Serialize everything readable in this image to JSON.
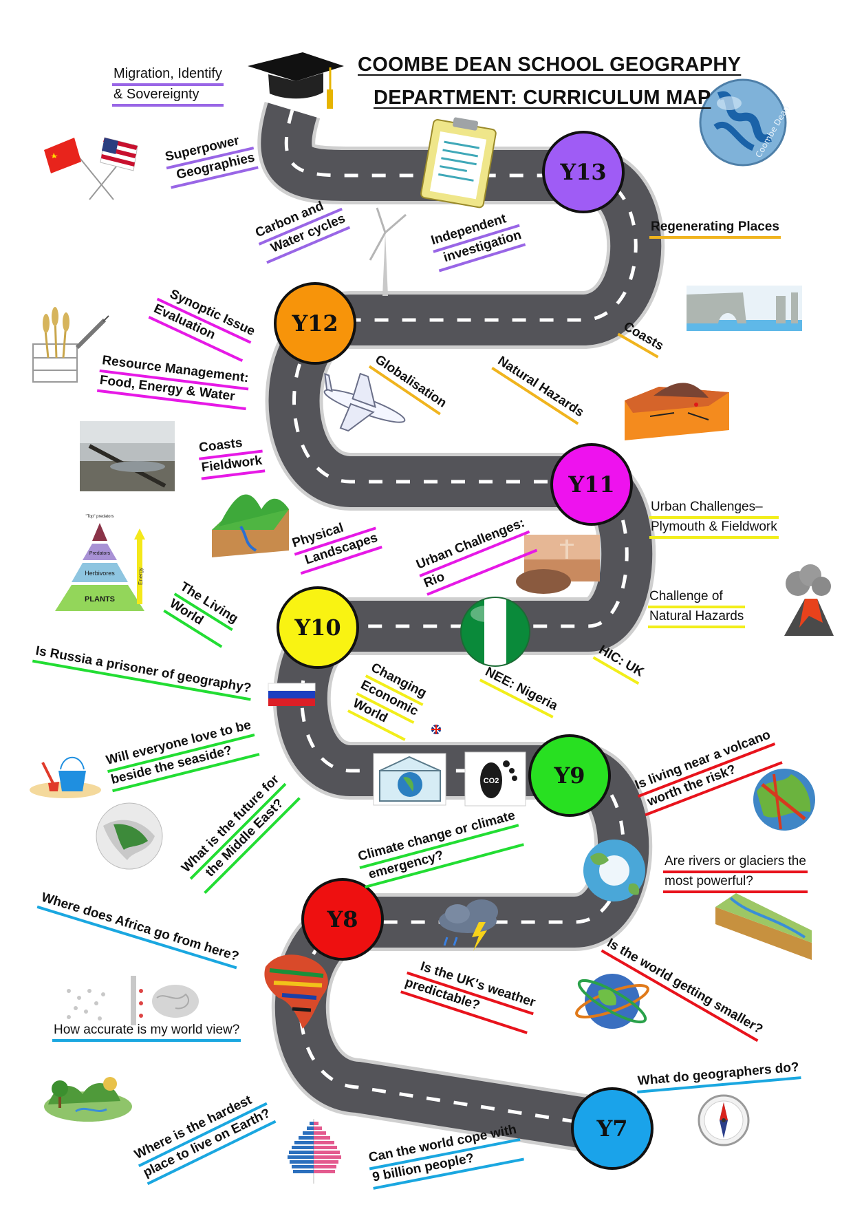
{
  "title": {
    "line1": "COOMBE DEAN SCHOOL GEOGRAPHY",
    "line2": "DEPARTMENT: CURRICULUM MAP"
  },
  "globe_logo_text": "Coombe Dean",
  "years": [
    {
      "id": "Y13",
      "label": "Y13",
      "color": "#9f5cf5"
    },
    {
      "id": "Y12",
      "label": "Y12",
      "color": "#f7940a"
    },
    {
      "id": "Y11",
      "label": "Y11",
      "color": "#ee12ee"
    },
    {
      "id": "Y10",
      "label": "Y10",
      "color": "#f9f312"
    },
    {
      "id": "Y9",
      "label": "Y9",
      "color": "#28e021"
    },
    {
      "id": "Y8",
      "label": "Y8",
      "color": "#ee1010"
    },
    {
      "id": "Y7",
      "label": "Y7",
      "color": "#1aa3ea"
    }
  ],
  "topics": {
    "migration": [
      "Migration, Identify",
      "& Sovereignty"
    ],
    "superpower": [
      "Superpower",
      "Geographies"
    ],
    "carbon_water": [
      "Carbon and",
      "Water cycles"
    ],
    "independent": [
      "Independent",
      "investigation"
    ],
    "regenerating": [
      "Regenerating Places"
    ],
    "synoptic": [
      "Synoptic Issue",
      "Evaluation"
    ],
    "resource": [
      "Resource Management:",
      "Food, Energy & Water"
    ],
    "coasts_fieldwork": [
      "Coasts",
      "Fieldwork"
    ],
    "globalisation": [
      "Globalisation"
    ],
    "natural_hazards": [
      "Natural Hazards"
    ],
    "coasts": [
      "Coasts"
    ],
    "physical_landscapes": [
      "Physical",
      "Landscapes"
    ],
    "urban_rio": [
      "Urban Challenges:",
      "Rio"
    ],
    "urban_plymouth": [
      "Urban Challenges–",
      "Plymouth & Fieldwork"
    ],
    "living_world": [
      "The Living",
      "World"
    ],
    "challenge_hazards": [
      "Challenge of",
      "Natural Hazards"
    ],
    "russia": [
      "Is Russia a prisoner of geography?"
    ],
    "changing_economic": [
      "Changing",
      "Economic",
      "World"
    ],
    "nee_nigeria": [
      "NEE: Nigeria"
    ],
    "hic_uk": [
      "HIC: UK"
    ],
    "seaside": [
      "Will everyone love to be",
      "beside the seaside?"
    ],
    "middle_east": [
      "What is the future for",
      "the Middle East?"
    ],
    "volcano": [
      "Is living near a volcano",
      "worth the risk?"
    ],
    "climate": [
      "Climate change or climate",
      "emergency?"
    ],
    "rivers_glaciers": [
      "Are rivers or glaciers the",
      "most powerful?"
    ],
    "africa": [
      "Where does Africa go from here?"
    ],
    "uk_weather": [
      "Is the UK's weather",
      "predictable?"
    ],
    "world_smaller": [
      "Is the world getting smaller?"
    ],
    "world_view": [
      "How accurate is my world view?"
    ],
    "geographers": [
      "What do geographers do?"
    ],
    "hardest_place": [
      "Where is the hardest",
      "place to live on Earth?"
    ],
    "nine_billion": [
      "Can the world cope with",
      "9 billion people?"
    ]
  },
  "food_chain": {
    "top": "\"Top\" predators",
    "predators": "Predators",
    "herbivores": "Herbivores",
    "plants": "PLANTS",
    "energy": "Energy"
  },
  "icons": {
    "grad_cap": "graduation-cap-icon",
    "flags": "china-usa-flags-icon",
    "clipboard": "clipboard-icon",
    "wind_turbine": "wind-turbine-icon",
    "airplane": "airplane-icon",
    "volcano": "volcano-icon",
    "compass": "compass-icon",
    "footprint_co2": "co2-footprint-icon",
    "storm": "storm-cloud-icon",
    "russia_flag": "russia-flag-icon",
    "nigeria_flag": "nigeria-flag-icon",
    "uk_flag": "uk-flag-icon"
  },
  "co2_text": "CO2"
}
